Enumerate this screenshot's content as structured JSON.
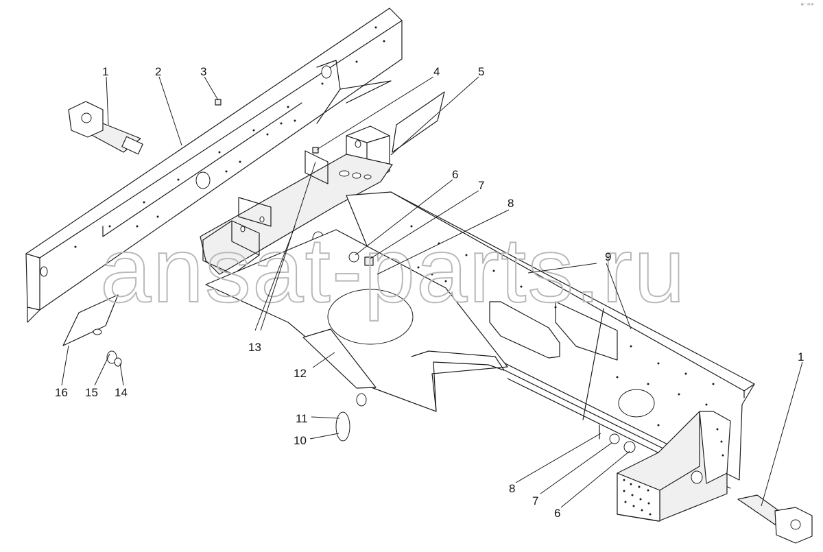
{
  "watermark": "ansat-parts.ru",
  "corner_mark": "e⁻ ∞∞",
  "callouts": [
    {
      "id": "c1a",
      "label": "1"
    },
    {
      "id": "c2",
      "label": "2"
    },
    {
      "id": "c3",
      "label": "3"
    },
    {
      "id": "c4",
      "label": "4"
    },
    {
      "id": "c5",
      "label": "5"
    },
    {
      "id": "c6a",
      "label": "6"
    },
    {
      "id": "c7a",
      "label": "7"
    },
    {
      "id": "c8a",
      "label": "8"
    },
    {
      "id": "c9",
      "label": "9"
    },
    {
      "id": "c13",
      "label": "13"
    },
    {
      "id": "c12",
      "label": "12"
    },
    {
      "id": "c16",
      "label": "16"
    },
    {
      "id": "c15",
      "label": "15"
    },
    {
      "id": "c14",
      "label": "14"
    },
    {
      "id": "c11",
      "label": "11"
    },
    {
      "id": "c10",
      "label": "10"
    },
    {
      "id": "c8b",
      "label": "8"
    },
    {
      "id": "c7b",
      "label": "7"
    },
    {
      "id": "c6b",
      "label": "6"
    },
    {
      "id": "c1b",
      "label": "1"
    }
  ]
}
